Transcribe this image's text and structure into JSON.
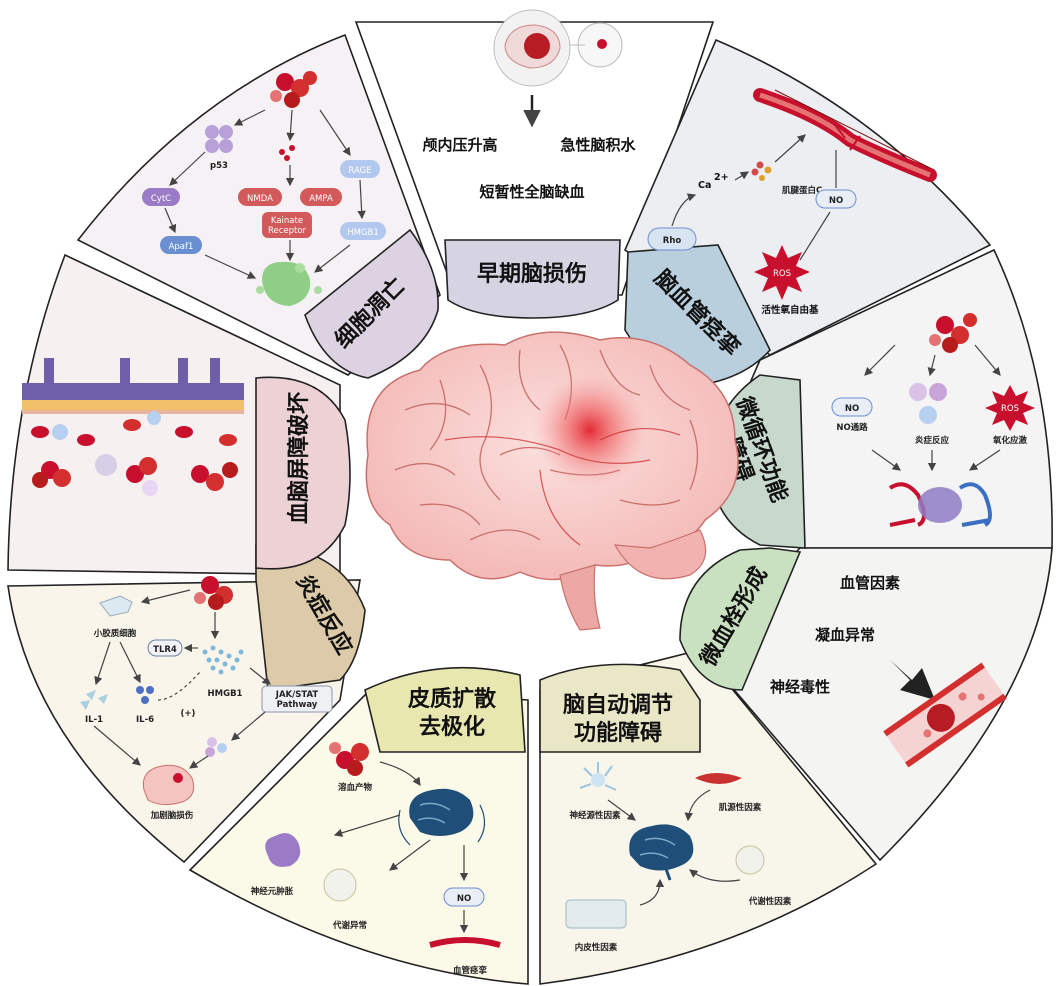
{
  "segments": {
    "early": {
      "title": "早期脑损伤",
      "t1": "颅内压升高",
      "t2": "急性脑积水",
      "t3": "短暂性全脑缺血"
    },
    "vaso": {
      "title": "脑血管痉挛",
      "ca": "Ca",
      "ca_sup": "2+",
      "myosin": "肌腱蛋白C",
      "no": "NO",
      "rho": "Rho",
      "ros": "ROS",
      "ros_label": "活性氧自由基"
    },
    "micro": {
      "title_1": "微循环功能",
      "title_2": "障碍",
      "no": "NO",
      "no_label": "NO通路",
      "inflam": "炎症反应",
      "ros": "ROS",
      "ox": "氧化应激"
    },
    "thrombo": {
      "title": "微血栓形成",
      "t1": "血管因素",
      "t2": "凝血异常",
      "t3": "神经毒性"
    },
    "auto": {
      "title_1": "脑自动调节",
      "title_2": "功能障碍",
      "neuro": "神经源性因素",
      "myo": "肌源性因素",
      "metab": "代谢性因素",
      "endo": "内皮性因素"
    },
    "csd": {
      "title_1": "皮质扩散",
      "title_2": "去极化",
      "hemo": "溶血产物",
      "edema": "神经元肿胀",
      "metab": "代谢异常",
      "no": "NO",
      "vaso": "血管痉挛"
    },
    "inflam": {
      "title": "炎症反应",
      "microglia": "小胶质细胞",
      "tlr4": "TLR4",
      "hmgb1": "HMGB1",
      "jak_1": "JAK/STAT",
      "jak_2": "Pathway",
      "il1": "IL-1",
      "il6": "IL-6",
      "plus": "(+)",
      "worse": "加剧脑损伤"
    },
    "bbb": {
      "title": "血脑屏障破坏"
    },
    "death": {
      "title": "细胞凋亡",
      "p53": "p53",
      "cytc": "CytC",
      "apaf1": "Apaf1",
      "nmda": "NMDA",
      "ampa": "AMPA",
      "kainate_1": "Kainate",
      "kainate_2": "Receptor",
      "rage": "RAGE",
      "hmgb1": "HMGB1"
    }
  },
  "colors": {
    "early_bg": "#ffffff",
    "early_tab": "#d6d3e3",
    "vaso_bg": "#ebedf0",
    "vaso_tab": "#b9cfdd",
    "micro_bg": "#f3f4f3",
    "micro_tab": "#c7d9cc",
    "thrombo_bg": "#f4f5f3",
    "thrombo_tab": "#c9e0c1",
    "auto_bg": "#f8f6ea",
    "auto_tab": "#e9e7c6",
    "csd_bg": "#fbf9e8",
    "csd_tab": "#e8e7b0",
    "inflam_bg": "#f9f5ea",
    "inflam_tab": "#dccaa8",
    "bbb_bg": "#f7f0f1",
    "bbb_tab": "#ecd1d5",
    "death_bg": "#f6f1f4",
    "death_tab": "#dcd2e1",
    "red": "#c8102e",
    "blue_box": "#6a8fd0",
    "purple_cell": "#b8a0d8"
  }
}
